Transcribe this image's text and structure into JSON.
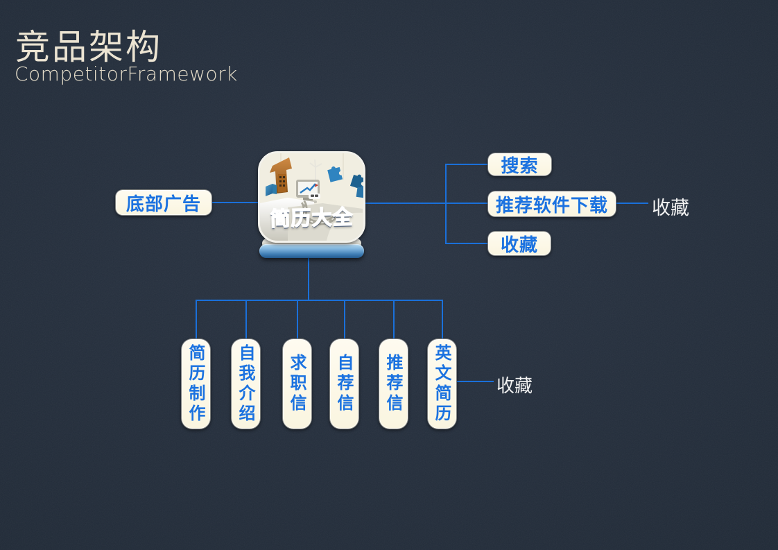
{
  "header": {
    "title": "竞品架构",
    "subtitle": "CompetitorFramework"
  },
  "colors": {
    "background": "#242e3c",
    "node_fill": "#fbf6e3",
    "node_text_blue": "#1b72e0",
    "connector_blue": "#1a70da",
    "annotation_text": "#f2f2f2",
    "title_text": "#ece4d2",
    "icon_base_blue": "#3c7ab2"
  },
  "app": {
    "name": "简历大全",
    "icon": "resume-app-icon"
  },
  "nodes": {
    "left": {
      "label": "底部广告"
    },
    "right": [
      {
        "label": "搜索"
      },
      {
        "label": "推荐软件下载",
        "annotation": "收藏"
      },
      {
        "label": "收藏"
      }
    ],
    "bottom": [
      {
        "label": "简历制作"
      },
      {
        "label": "自我介绍"
      },
      {
        "label": "求职信"
      },
      {
        "label": "自荐信"
      },
      {
        "label": "推荐信"
      },
      {
        "label": "英文简历",
        "annotation": "收藏"
      }
    ]
  }
}
